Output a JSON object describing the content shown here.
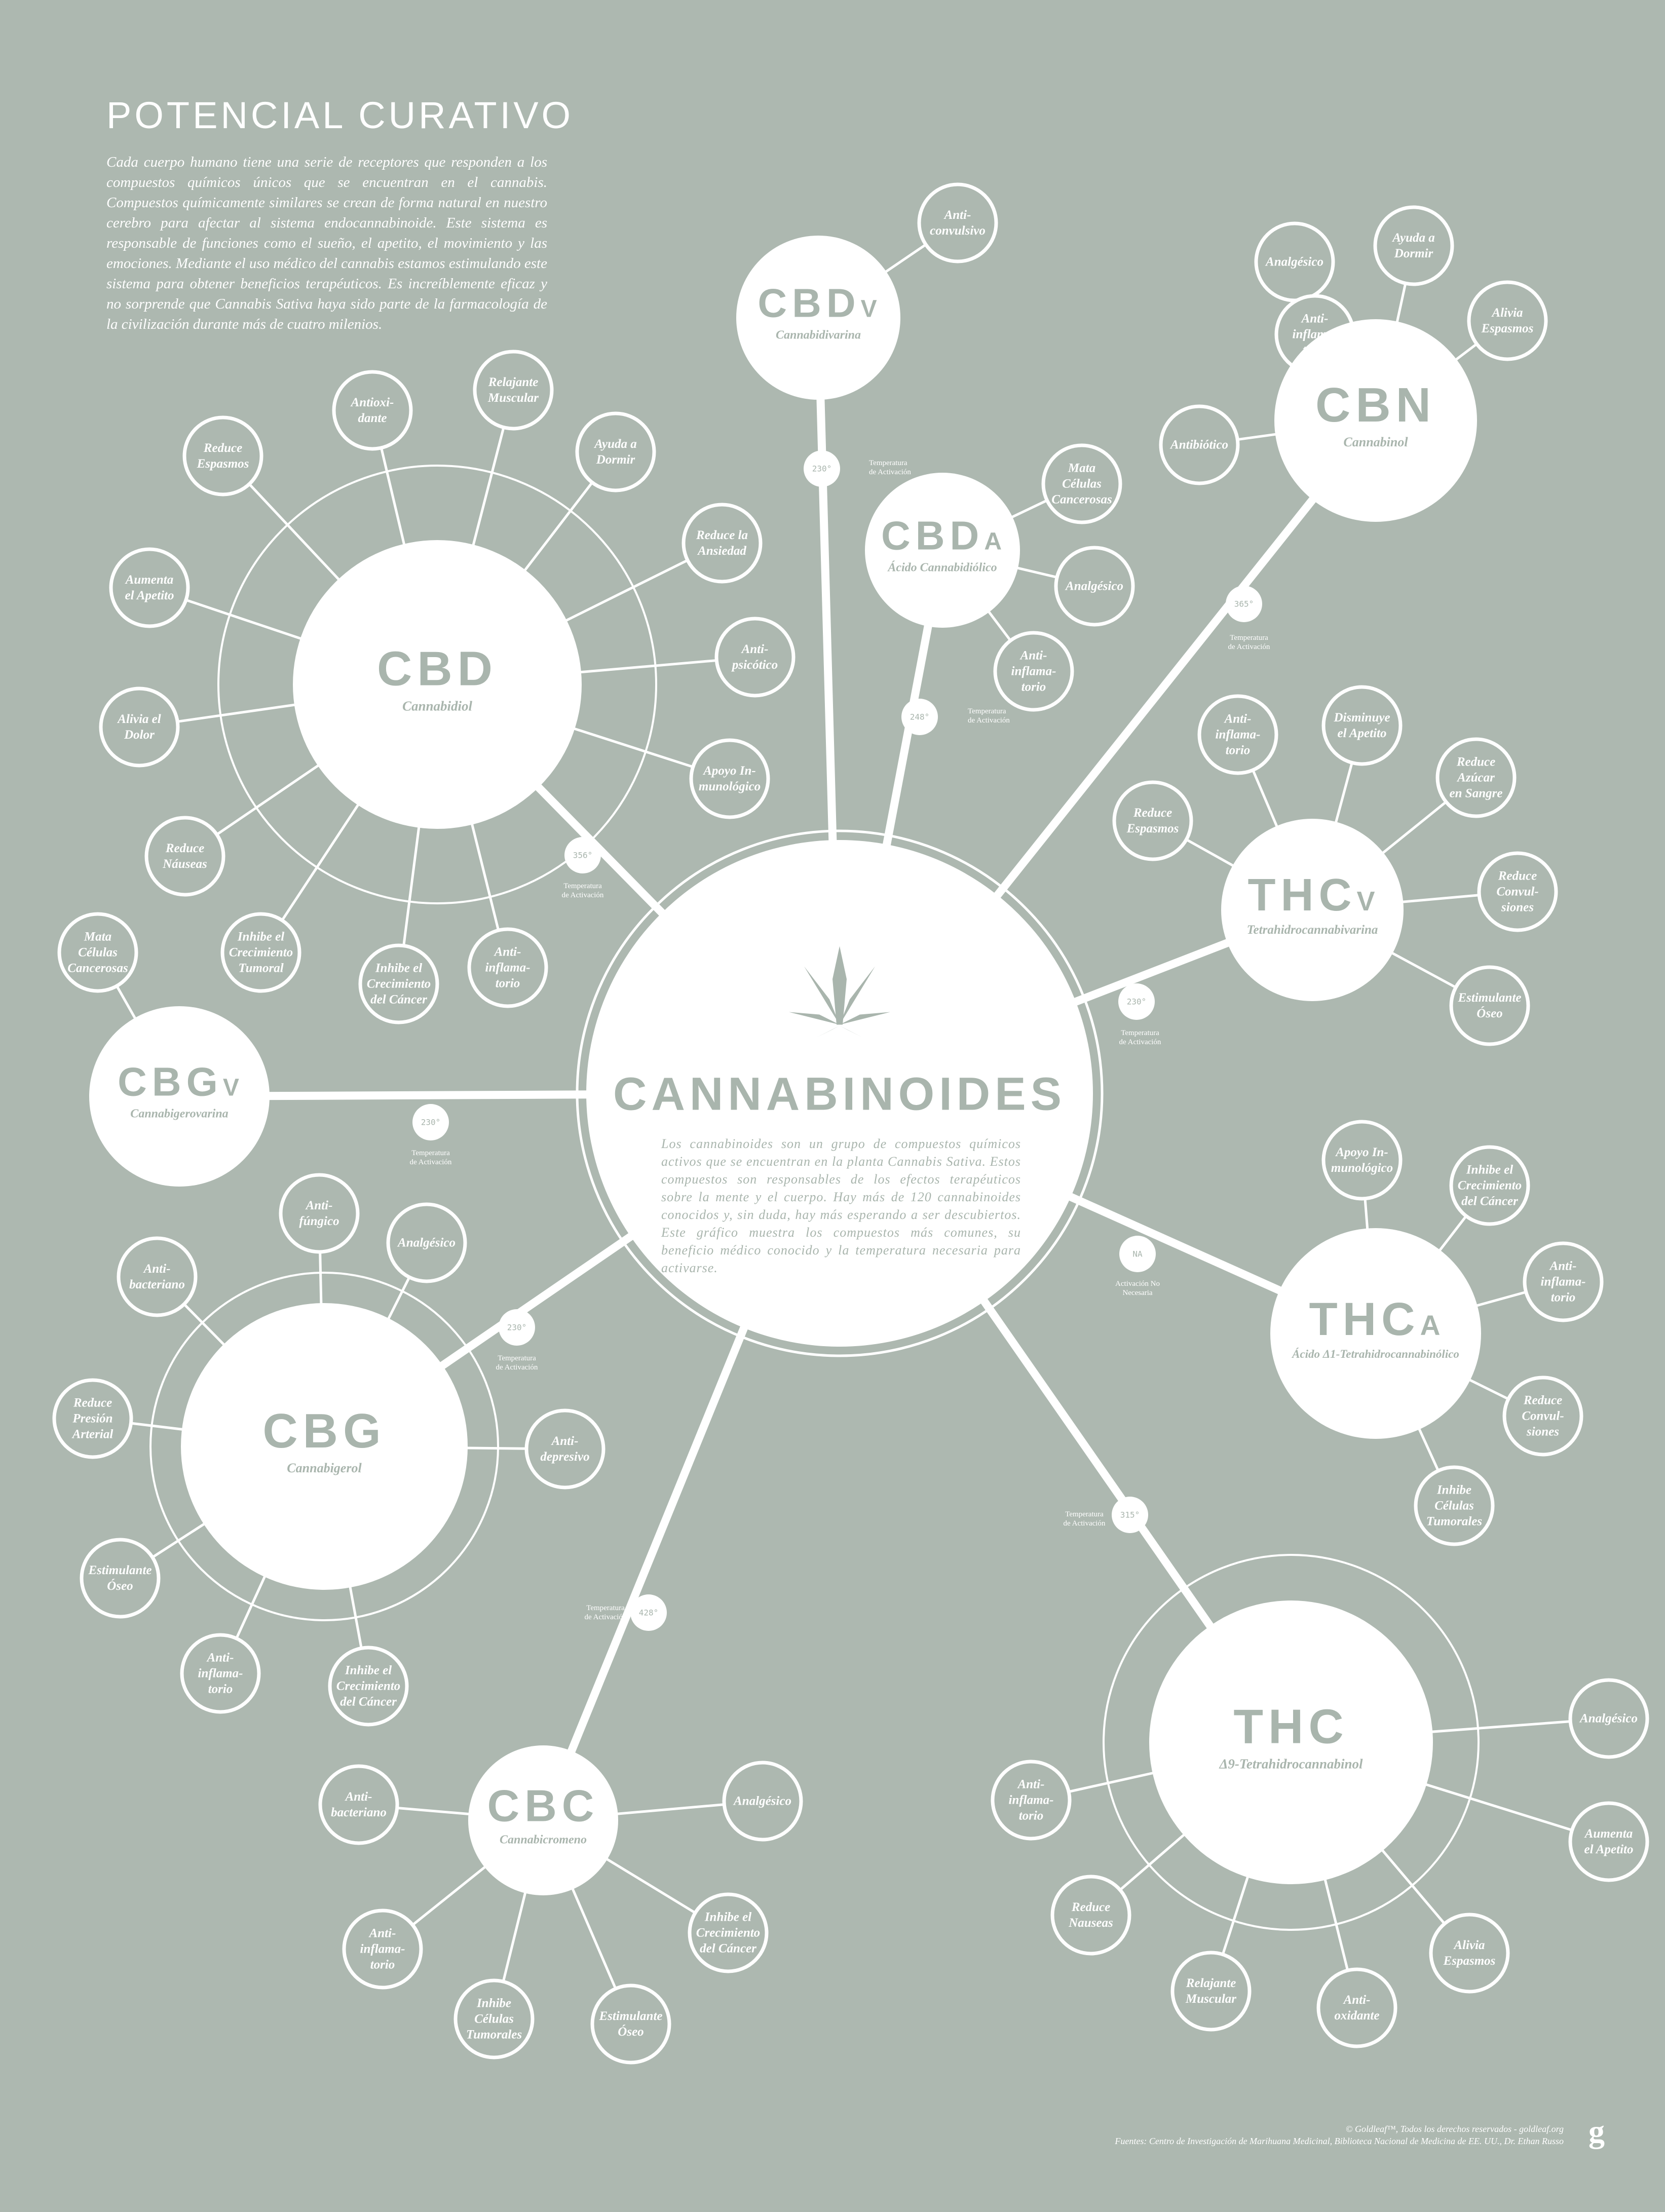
{
  "header": {
    "title": "POTENCIAL CURATIVO",
    "intro": "Cada cuerpo humano tiene una serie de receptores que responden a los compuestos químicos únicos que se encuentran en el cannabis. Compuestos químicamente similares se crean de forma natural en nuestro cerebro para afectar al sistema endocannabinoide. Este sistema es responsable de funciones como el sueño, el apetito, el movimiento y las emociones. Mediante el uso médico del cannabis estamos estimulando este sistema para obtener beneficios terapéuticos. Es increíblemente eficaz y no sorprende que Cannabis Sativa haya sido parte de la farmacología de la civilización durante más de cuatro milenios."
  },
  "center": {
    "icon": "cannabis-leaf-icon",
    "title": "CANNABINOIDES",
    "text": "Los cannabinoides son un grupo de compuestos químicos activos que se encuentran en la planta Cannabis Sativa. Estos compuestos son responsables de los efectos terapéuticos sobre la mente y el cuerpo. Hay más de 120 cannabinoides conocidos y, sin duda, hay más esperando a ser descubiertos. Este gráfico muestra los compuestos más comunes, su beneficio médico conocido y la temperatura necesaria para activarse."
  },
  "temp_label": "Temperatura\nde Activación",
  "compounds": [
    {
      "id": "cbd",
      "abbr": "CBD",
      "suffix": "",
      "name": "Cannabidiol",
      "temperature": "356°",
      "temp_label": "Temperatura\nde Activación",
      "benefits": [
        "Antioxi-\ndante",
        "Relajante\nMuscular",
        "Ayuda a\nDormir",
        "Reduce la\nAnsiedad",
        "Anti-\npsicótico",
        "Apoyo In-\nmunológico",
        "Anti-\ninflama-\ntorio",
        "Inhibe el\nCrecimiento\ndel Cáncer",
        "Inhibe el\nCrecimiento\nTumoral",
        "Reduce\nNáuseas",
        "Alivia el\nDolor",
        "Aumenta\nel Apetito",
        "Reduce\nEspasmos"
      ]
    },
    {
      "id": "cbdv",
      "abbr": "CBD",
      "suffix": "V",
      "name": "Cannabidivarina",
      "temperature": "230°",
      "temp_label": "Temperatura\nde Activación",
      "benefits": [
        "Anti-\nconvulsivo"
      ]
    },
    {
      "id": "cbda",
      "abbr": "CBD",
      "suffix": "A",
      "name": "Ácido Cannabidiólico",
      "temperature": "248°",
      "temp_label": "Temperatura\nde Activación",
      "benefits": [
        "Mata\nCélulas\nCancerosas",
        "Analgésico",
        "Anti-\ninflama-\ntorio"
      ]
    },
    {
      "id": "cbn",
      "abbr": "CBN",
      "suffix": "",
      "name": "Cannabinol",
      "temperature": "365°",
      "temp_label": "Temperatura\nde Activación",
      "benefits": [
        "Analgésico",
        "Ayuda a\nDormir",
        "Alivia\nEspasmos",
        "Anti-\ninflama-\ntorio",
        "Antibiótico"
      ]
    },
    {
      "id": "thcv",
      "abbr": "THC",
      "suffix": "V",
      "name": "Tetrahidrocannabivarina",
      "temperature": "230°",
      "temp_label": "Temperatura\nde Activación",
      "benefits": [
        "Anti-\ninflama-\ntorio",
        "Disminuye\nel Apetito",
        "Reduce\nAzúcar\nen Sangre",
        "Reduce\nConvul-\nsiones",
        "Estimulante\nÓseo",
        "Reduce\nEspasmos"
      ]
    },
    {
      "id": "thca",
      "abbr": "THC",
      "suffix": "A",
      "name": "Ácido Δ1-Tetrahidrocannabinólico",
      "temperature": "NA",
      "temp_label": "Activación No\nNecesaria",
      "benefits": [
        "Apoyo In-\nmunológico",
        "Inhibe el\nCrecimiento\ndel Cáncer",
        "Anti-\ninflama-\ntorio",
        "Reduce\nConvul-\nsiones",
        "Inhibe\nCélulas\nTumorales"
      ]
    },
    {
      "id": "thc",
      "abbr": "THC",
      "suffix": "",
      "name": "Δ9-Tetrahidrocannabinol",
      "temperature": "315°",
      "temp_label": "Temperatura\nde Activación",
      "benefits": [
        "Analgésico",
        "Aumenta\nel Apetito",
        "Alivia\nEspasmos",
        "Anti-\noxidante",
        "Relajante\nMuscular",
        "Reduce\nNauseas",
        "Anti-\ninflama-\ntorio"
      ]
    },
    {
      "id": "cbc",
      "abbr": "CBC",
      "suffix": "",
      "name": "Cannabicromeno",
      "temperature": "428°",
      "temp_label": "Temperatura\nde Activación",
      "benefits": [
        "Anti-\nbacteriano",
        "Analgésico",
        "Inhibe el\nCrecimiento\ndel Cáncer",
        "Estimulante\nÓseo",
        "Inhibe\nCélulas\nTumorales",
        "Anti-\ninflama-\ntorio"
      ]
    },
    {
      "id": "cbg",
      "abbr": "CBG",
      "suffix": "",
      "name": "Cannabigerol",
      "temperature": "230°",
      "temp_label": "Temperatura\nde Activación",
      "benefits": [
        "Anti-\nfúngico",
        "Analgésico",
        "Anti-\ndepresivo",
        "Inhibe el\nCrecimiento\ndel Cáncer",
        "Anti-\ninflama-\ntorio",
        "Estimulante\nÓseo",
        "Reduce\nPresión\nArterial",
        "Anti-\nbacteriano"
      ]
    },
    {
      "id": "cbgv",
      "abbr": "CBG",
      "suffix": "V",
      "name": "Cannabigerovarina",
      "temperature": "230°",
      "temp_label": "Temperatura\nde Activación",
      "benefits": [
        "Mata\nCélulas\nCancerosas"
      ]
    }
  ],
  "footer": {
    "copyright": "© Goldleaf™, Todos los derechos reservados - goldleaf.org",
    "sources": "Fuentes: Centro de Investigación de Marihuana Medicinal, Biblioteca Nacional de Medicina de EE. UU., Dr. Ethan Russo",
    "logo": "g"
  },
  "colors": {
    "background": "#adb8b0",
    "foreground": "#ffffff",
    "text_on_white": "#a9b5ad"
  }
}
